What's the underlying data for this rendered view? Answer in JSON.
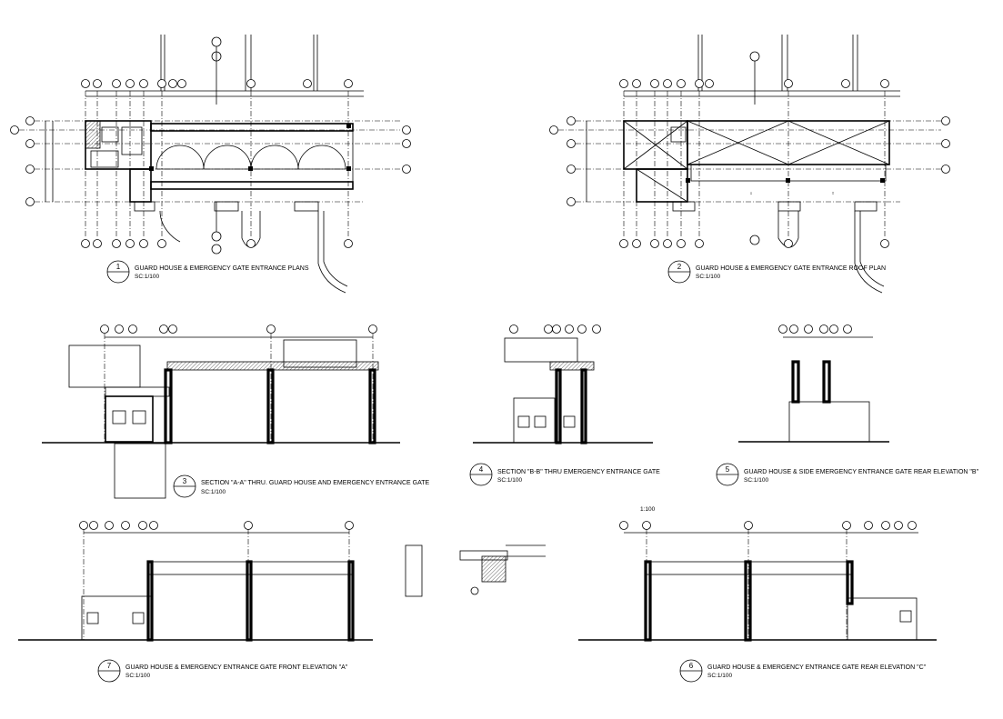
{
  "drawings": [
    {
      "num": "1",
      "title": "GUARD HOUSE & EMERGENCY GATE ENTRANCE PLANS",
      "scale": "SC:1/100"
    },
    {
      "num": "2",
      "title": "GUARD HOUSE & EMERGENCY GATE ENTRANCE ROOF PLAN",
      "scale": "SC:1/100"
    },
    {
      "num": "3",
      "title": "SECTION \"A-A\" THRU. GUARD HOUSE AND EMERGENCY ENTRANCE GATE",
      "scale": "SC:1/100"
    },
    {
      "num": "4",
      "title": "SECTION \"B-B\" THRU EMERGENCY ENTRANCE GATE",
      "scale": "SC:1/100"
    },
    {
      "num": "5",
      "title": "GUARD HOUSE & SIDE EMERGENCY ENTRANCE GATE REAR ELEVATION \"B\"",
      "scale": "SC:1/100"
    },
    {
      "num": "7",
      "title": "GUARD HOUSE & EMERGENCY ENTRANCE GATE FRONT ELEVATION \"A\"",
      "scale": "SC:1/100"
    },
    {
      "num": "6",
      "title": "GUARD HOUSE & EMERGENCY ENTRANCE GATE REAR ELEVATION \"C\"",
      "scale": "SC:1/100"
    }
  ],
  "scale_note": "1:100",
  "colors": {
    "ink": "#000000",
    "paper": "#ffffff"
  }
}
